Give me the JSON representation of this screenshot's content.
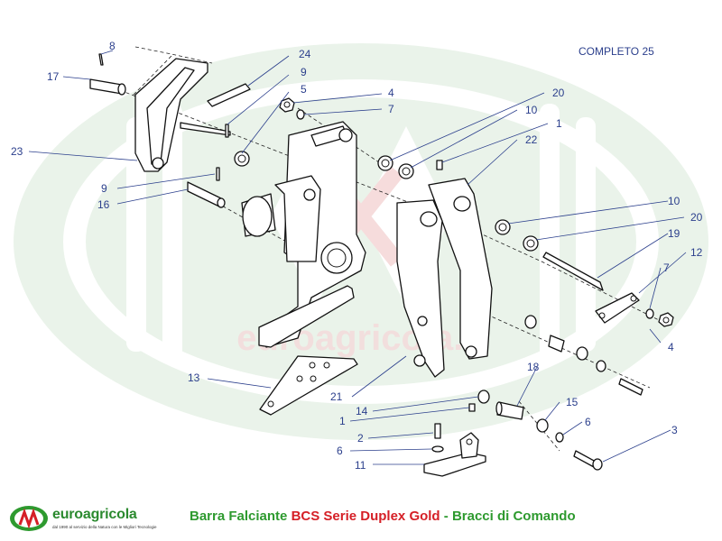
{
  "header": {
    "label": "COMPLETO 25"
  },
  "watermark": {
    "text": "euroagricola.it"
  },
  "callouts": [
    {
      "id": "c8a",
      "text": "8"
    },
    {
      "id": "c17",
      "text": "17"
    },
    {
      "id": "c24",
      "text": "24"
    },
    {
      "id": "c9a",
      "text": "9"
    },
    {
      "id": "c5",
      "text": "5"
    },
    {
      "id": "c4a",
      "text": "4"
    },
    {
      "id": "c7a",
      "text": "7"
    },
    {
      "id": "c20a",
      "text": "20"
    },
    {
      "id": "c10a",
      "text": "10"
    },
    {
      "id": "c1a",
      "text": "1"
    },
    {
      "id": "c22",
      "text": "22"
    },
    {
      "id": "c23",
      "text": "23"
    },
    {
      "id": "c9b",
      "text": "9"
    },
    {
      "id": "c16",
      "text": "16"
    },
    {
      "id": "c10b",
      "text": "10"
    },
    {
      "id": "c20b",
      "text": "20"
    },
    {
      "id": "c19",
      "text": "19"
    },
    {
      "id": "c12",
      "text": "12"
    },
    {
      "id": "c7b",
      "text": "7"
    },
    {
      "id": "c4b",
      "text": "4"
    },
    {
      "id": "c13",
      "text": "13"
    },
    {
      "id": "c18",
      "text": "18"
    },
    {
      "id": "c21",
      "text": "21"
    },
    {
      "id": "c14",
      "text": "14"
    },
    {
      "id": "c15",
      "text": "15"
    },
    {
      "id": "c1b",
      "text": "1"
    },
    {
      "id": "c6a",
      "text": "6"
    },
    {
      "id": "c3",
      "text": "3"
    },
    {
      "id": "c2",
      "text": "2"
    },
    {
      "id": "c6b",
      "text": "6"
    },
    {
      "id": "c11",
      "text": "11"
    }
  ],
  "footer": {
    "logo_brand": "euroagricola",
    "logo_tagline": "dal 1990 al servizio della Natura con le Migliori Tecnologie",
    "title_part1": "Barra Falciante ",
    "title_part2": "BCS Serie Duplex Gold",
    "title_part3": " - Bracci di Comando"
  },
  "colors": {
    "callout": "#2b3f8c",
    "watermark_green": "#e3efe3",
    "watermark_red": "#f6dcdc",
    "title_green": "#2e9a2f",
    "title_red": "#d51f26"
  }
}
